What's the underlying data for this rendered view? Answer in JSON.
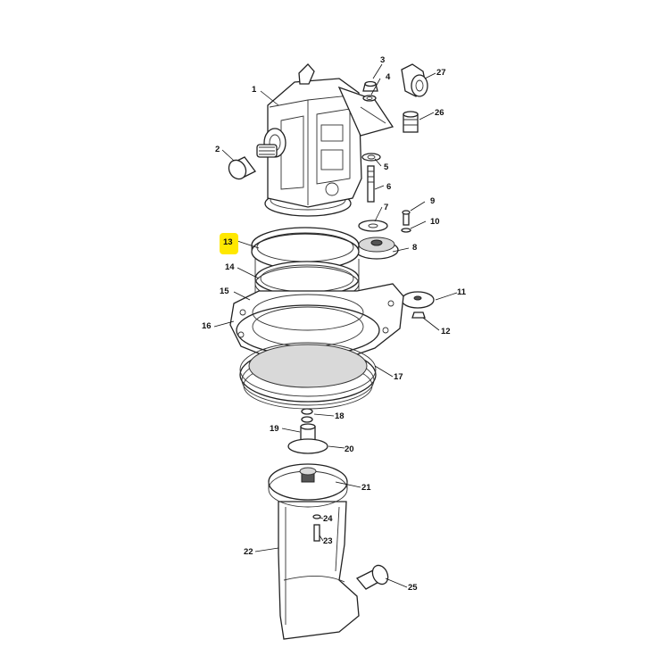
{
  "callouts": [
    {
      "id": "1",
      "label": "1",
      "highlighted": false
    },
    {
      "id": "2",
      "label": "2",
      "highlighted": false
    },
    {
      "id": "3",
      "label": "3",
      "highlighted": false
    },
    {
      "id": "4",
      "label": "4",
      "highlighted": false
    },
    {
      "id": "5",
      "label": "5",
      "highlighted": false
    },
    {
      "id": "6",
      "label": "6",
      "highlighted": false
    },
    {
      "id": "7",
      "label": "7",
      "highlighted": false
    },
    {
      "id": "8",
      "label": "8",
      "highlighted": false
    },
    {
      "id": "9",
      "label": "9",
      "highlighted": false
    },
    {
      "id": "10",
      "label": "10",
      "highlighted": false
    },
    {
      "id": "11",
      "label": "11",
      "highlighted": false
    },
    {
      "id": "12",
      "label": "12",
      "highlighted": false
    },
    {
      "id": "13",
      "label": "13",
      "highlighted": true
    },
    {
      "id": "14",
      "label": "14",
      "highlighted": false
    },
    {
      "id": "15",
      "label": "15",
      "highlighted": false
    },
    {
      "id": "16",
      "label": "16",
      "highlighted": false
    },
    {
      "id": "17",
      "label": "17",
      "highlighted": false
    },
    {
      "id": "18",
      "label": "18",
      "highlighted": false
    },
    {
      "id": "19",
      "label": "19",
      "highlighted": false
    },
    {
      "id": "20",
      "label": "20",
      "highlighted": false
    },
    {
      "id": "21",
      "label": "21",
      "highlighted": false
    },
    {
      "id": "22",
      "label": "22",
      "highlighted": false
    },
    {
      "id": "23",
      "label": "23",
      "highlighted": false
    },
    {
      "id": "24",
      "label": "24",
      "highlighted": false
    },
    {
      "id": "25",
      "label": "25",
      "highlighted": false
    },
    {
      "id": "26",
      "label": "26",
      "highlighted": false
    },
    {
      "id": "27",
      "label": "27",
      "highlighted": false
    }
  ],
  "highlight_color": "#ffe800"
}
